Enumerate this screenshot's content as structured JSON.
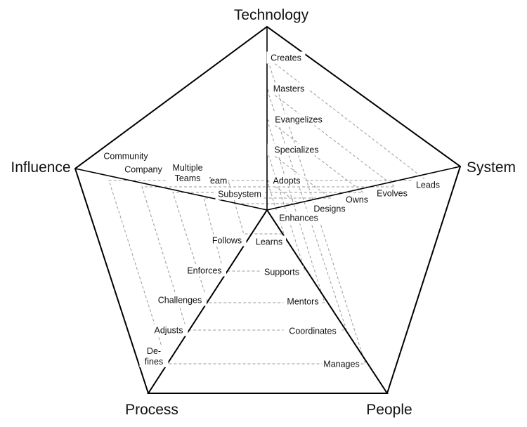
{
  "axes": {
    "technology": {
      "name": "Technology",
      "levels": [
        "Adopts",
        "Specializes",
        "Evangelizes",
        "Masters",
        "Creates"
      ]
    },
    "system": {
      "name": "System",
      "levels": [
        "Enhances",
        "Designs",
        "Owns",
        "Evolves",
        "Leads"
      ]
    },
    "people": {
      "name": "People",
      "levels": [
        "Learns",
        "Supports",
        "Mentors",
        "Coordinates",
        "Manages"
      ]
    },
    "process": {
      "name": "Process",
      "levels": [
        "Follows",
        "Enforces",
        "Challenges",
        "Adjusts",
        "De-\nfines"
      ]
    },
    "influence": {
      "name": "Influence",
      "levels": [
        "Subsystem",
        "Team",
        "Multiple\nTeams",
        "Company",
        "Community"
      ]
    }
  }
}
